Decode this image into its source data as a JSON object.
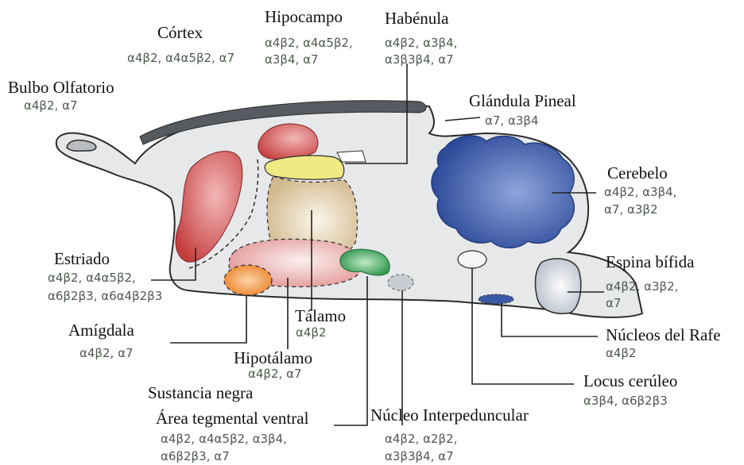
{
  "colors": {
    "brain_fill": "#e6e8ea",
    "brain_outline": "#2b2b2b",
    "cortex": "#555b60",
    "striatum": "#c94a4a",
    "hippocampus": "#cf5454",
    "habenula": "#f0ea82",
    "thalamus": "#d9c49e",
    "hypothalamus": "#e8a6a6",
    "amygdala": "#ef8a35",
    "vta": "#2f9a4e",
    "interpeduncular": "#c9ccd2",
    "cerebellum": "#2e4f9e",
    "spinal": "#c5cbd3",
    "raphe": "#3b5aa6",
    "text_subtitle": "#4c5a4c",
    "leader": "#222222"
  },
  "regions": {
    "cortex": {
      "name": "Córtex",
      "receptors": "α4β2, α4α5β2, α7"
    },
    "hippocampus": {
      "name": "Hipocampo",
      "receptors": [
        "α4β2, α4α5β2,",
        "α3β4, α7"
      ]
    },
    "habenula": {
      "name": "Habénula",
      "receptors": [
        "α4β2, α3β4,",
        "α3β3β4, α7"
      ]
    },
    "olfactory_bulb": {
      "name": "Bulbo Olfatorio",
      "receptors": "α4β2, α7"
    },
    "pineal_gland": {
      "name": "Glándula Pineal",
      "receptors": "α7, α3β4"
    },
    "cerebellum": {
      "name": "Cerebelo",
      "receptors": [
        "α4β2, α3β4,",
        "α7, α3β2"
      ]
    },
    "striatum": {
      "name": "Estriado",
      "receptors": [
        "α4β2, α4α5β2,",
        "α6β2β3, α6α4β2β3"
      ]
    },
    "spinal_cord": {
      "name": "Espina bífida",
      "receptors": [
        "α4β2, α3β2,",
        "α7"
      ]
    },
    "thalamus": {
      "name": "Tálamo",
      "receptors": "α4β2"
    },
    "amygdala": {
      "name": "Amígdala",
      "receptors": "α4β2, α7"
    },
    "raphe_nuclei": {
      "name": "Núcleos del Rafe",
      "receptors": "α4β2"
    },
    "hypothalamus": {
      "name": "Hipotálamo",
      "receptors": "α4β2, α7"
    },
    "locus_coeruleus": {
      "name": "Locus cerúleo",
      "receptors": "α3β4, α6β2β3"
    },
    "substantia_nigra_vta": {
      "name": [
        "Sustancia negra",
        "Área tegmental ventral"
      ],
      "receptors": [
        "α4β2, α4α5β2, α3β4,",
        "α6β2β3, α7"
      ]
    },
    "interpeduncular": {
      "name": "Núcleo Interpeduncular",
      "receptors": [
        "α4β2, α2β2,",
        "α3β3β4, α7"
      ]
    }
  }
}
